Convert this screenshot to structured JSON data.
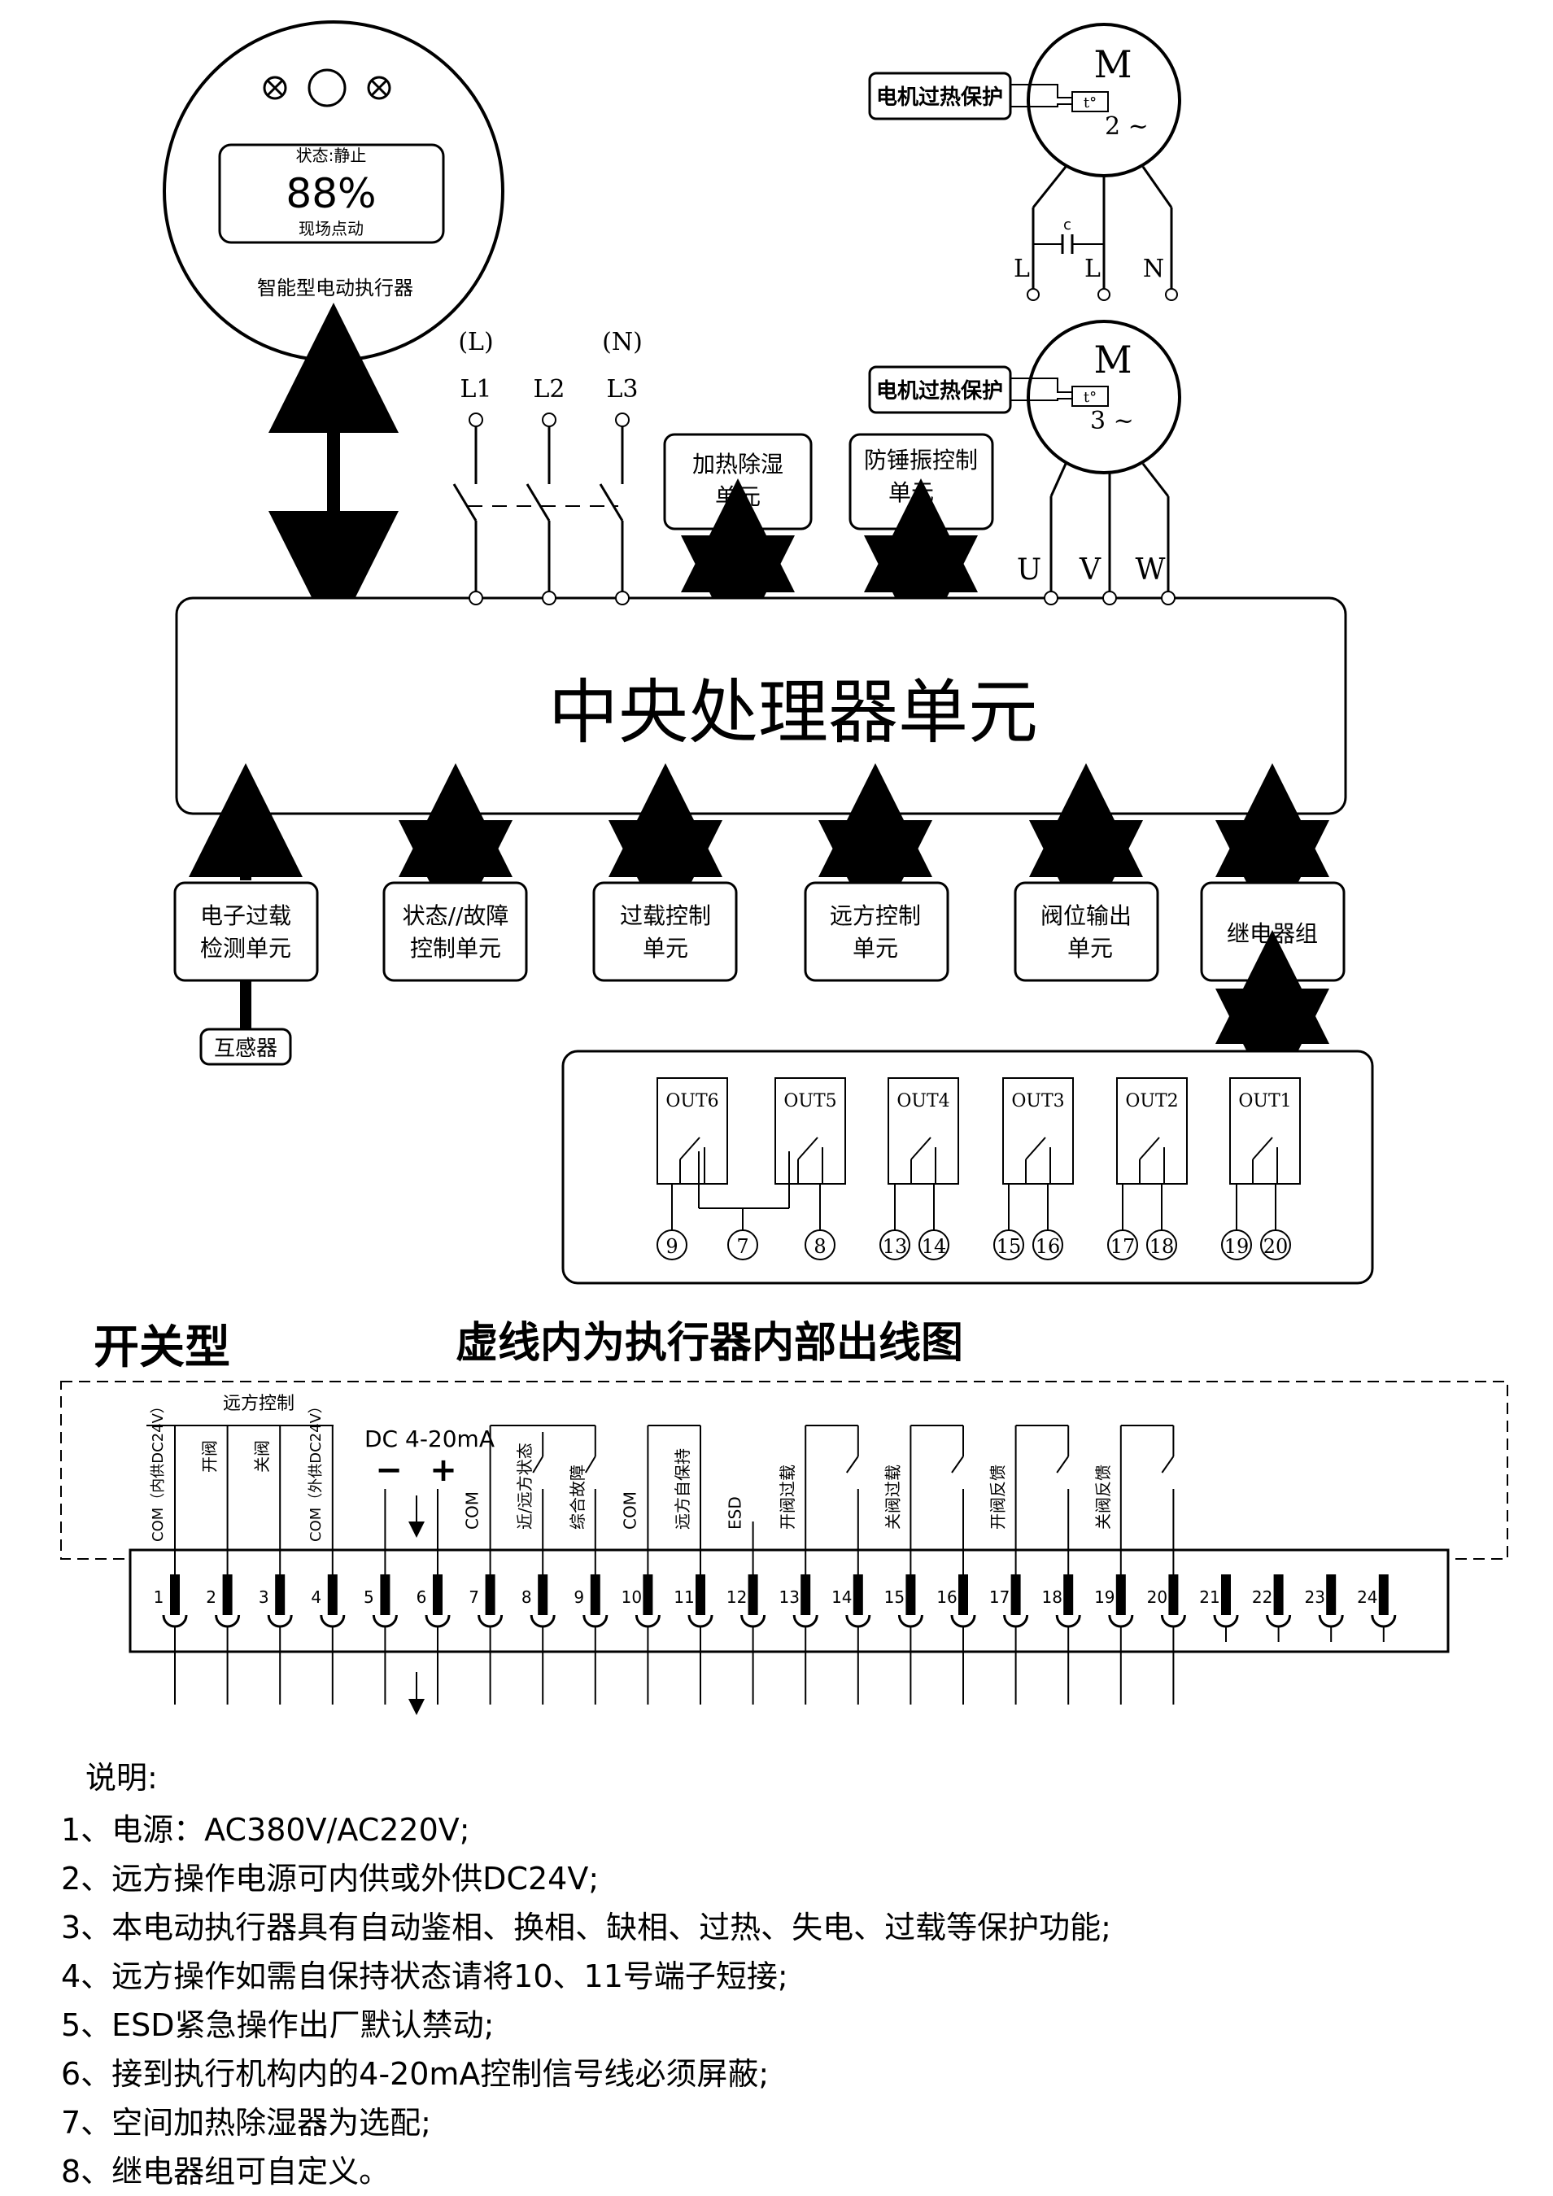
{
  "actuator": {
    "status": "状态:静止",
    "percent": "88%",
    "mode": "现场点动",
    "caption": "智能型电动执行器"
  },
  "motor_top": {
    "symbol": "M",
    "protect_label": "电机过热保护",
    "thermal_symbol": "t°",
    "phase_label": "2 ~",
    "cap_label": "c",
    "terminals": [
      "L",
      "L",
      "N"
    ]
  },
  "motor_3ph": {
    "symbol": "M",
    "protect_label": "电机过热保护",
    "thermal_symbol": "t°",
    "phase_label": "3 ~",
    "terminals": [
      "U",
      "V",
      "W"
    ]
  },
  "power_inputs": {
    "paren_labels": [
      "(L)",
      "(N)"
    ],
    "lines": [
      "L1",
      "L2",
      "L3"
    ]
  },
  "heater_unit": {
    "line1": "加热除湿",
    "line2": "单元"
  },
  "antihammer_unit": {
    "line1": "防锤振控制",
    "line2": "单元"
  },
  "cpu_label": "中央处理器单元",
  "bottom_units": [
    {
      "line1": "电子过载",
      "line2": "检测单元"
    },
    {
      "line1": "状态//故障",
      "line2": "控制单元"
    },
    {
      "line1": "过载控制",
      "line2": "单元"
    },
    {
      "line1": "远方控制",
      "line2": "单元"
    },
    {
      "line1": "阀位输出",
      "line2": "单元"
    },
    {
      "line1": "继电器组",
      "line2": ""
    }
  ],
  "transformer_label": "互感器",
  "relays": [
    {
      "name": "OUT6",
      "pins": [
        "9"
      ]
    },
    {
      "name": "OUT5",
      "pins": [
        "8"
      ]
    },
    {
      "name": "OUT4",
      "pins": [
        "13",
        "14"
      ]
    },
    {
      "name": "OUT3",
      "pins": [
        "15",
        "16"
      ]
    },
    {
      "name": "OUT2",
      "pins": [
        "17",
        "18"
      ]
    },
    {
      "name": "OUT1",
      "pins": [
        "19",
        "20"
      ]
    }
  ],
  "relay_common_pin": "7",
  "section_title_left": "开关型",
  "section_title_main": "虚线内为执行器内部出线图",
  "wiring": {
    "remote_control_title": "远方控制",
    "analog_label": "DC 4-20mA",
    "minus": "−",
    "plus": "+",
    "vertical_labels": [
      "COM（内供DC24V）",
      "开阀",
      "关阀",
      "COM（外供DC24V）",
      "COM",
      "近/远方状态",
      "综合故障",
      "COM",
      "远方自保持",
      "ESD",
      "开阀过载",
      "关阀过载",
      "开阀反馈",
      "关阀反馈"
    ],
    "terminals": [
      "1",
      "2",
      "3",
      "4",
      "5",
      "6",
      "7",
      "8",
      "9",
      "10",
      "11",
      "12",
      "13",
      "14",
      "15",
      "16",
      "17",
      "18",
      "19",
      "20",
      "21",
      "22",
      "23",
      "24"
    ]
  },
  "notes": {
    "heading": "说明:",
    "items": [
      "1、电源：AC380V/AC220V;",
      "2、远方操作电源可内供或外供DC24V;",
      "3、本电动执行器具有自动鉴相、换相、缺相、过热、失电、过载等保护功能;",
      "4、远方操作如需自保持状态请将10、11号端子短接;",
      "5、ESD紧急操作出厂默认禁动;",
      "6、接到执行机构内的4-20mA控制信号线必须屏蔽;",
      "7、空间加热除湿器为选配;",
      "8、继电器组可自定义。"
    ]
  }
}
